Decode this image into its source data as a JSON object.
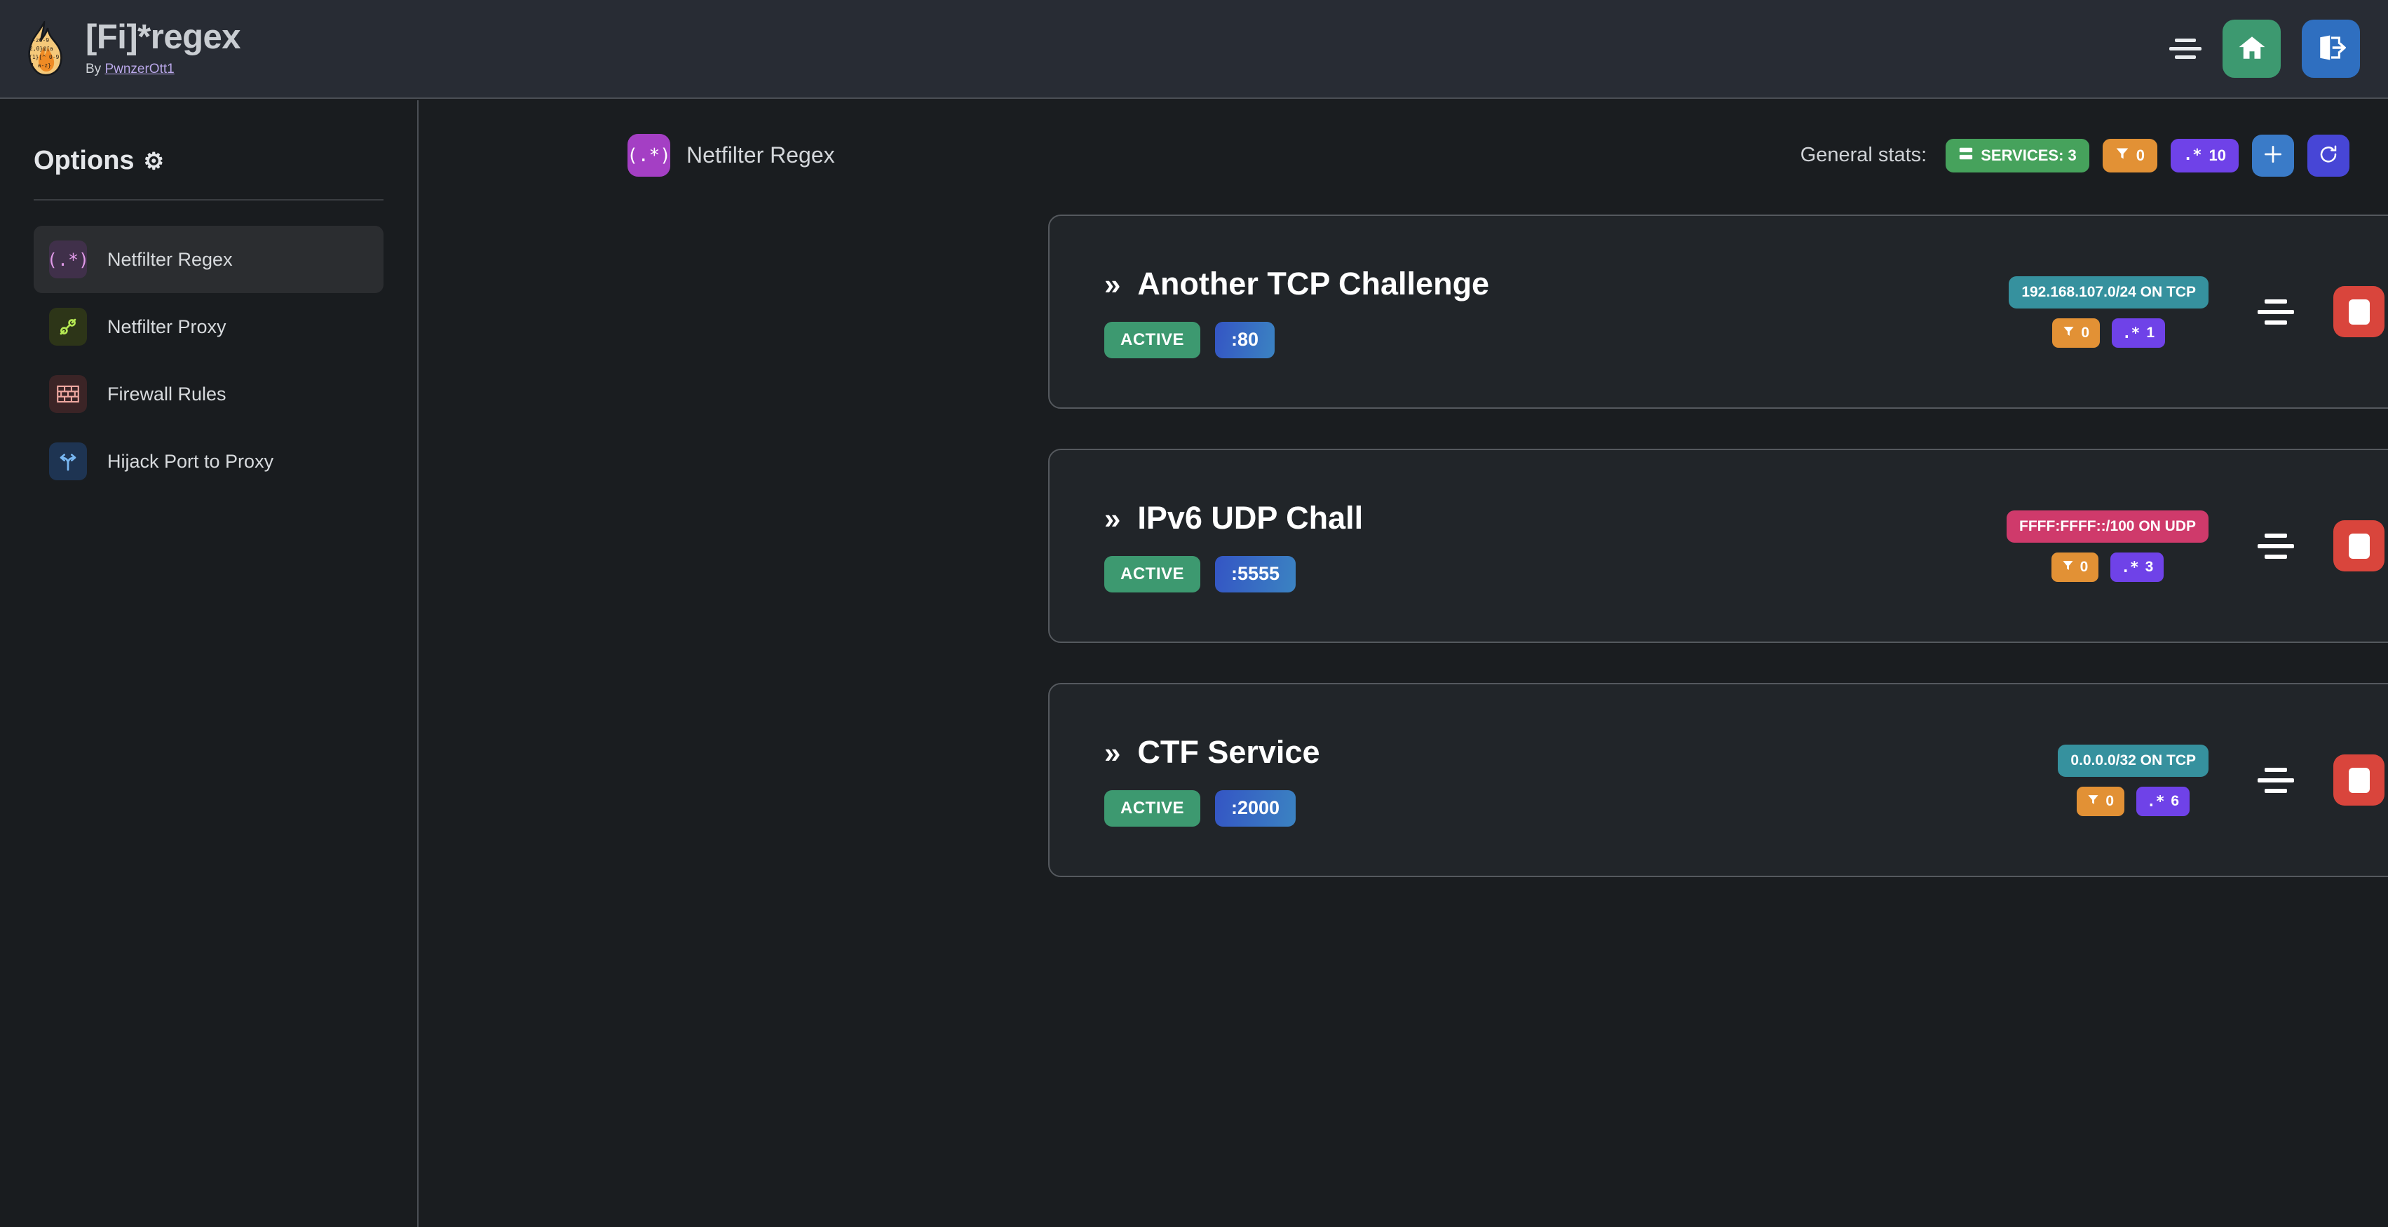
{
  "header": {
    "logo_icon": "flame-regex-logo",
    "title": "[Fi]*regex",
    "by_prefix": "By ",
    "author": "PwnzerOtt1",
    "menu_icon": "hamburger-icon",
    "home_icon": "home-icon",
    "logout_icon": "logout-icon"
  },
  "sidebar": {
    "heading": "Options",
    "gear_icon": "⚙",
    "items": [
      {
        "label": "Netfilter Regex",
        "icon": "regex-icon",
        "glyph": "(.*)",
        "active": true
      },
      {
        "label": "Netfilter Proxy",
        "icon": "plug-icon",
        "glyph": "",
        "active": false
      },
      {
        "label": "Firewall Rules",
        "icon": "brick-wall-icon",
        "glyph": "",
        "active": false
      },
      {
        "label": "Hijack Port to Proxy",
        "icon": "branch-arrows-icon",
        "glyph": "",
        "active": false
      }
    ]
  },
  "main": {
    "page_icon_glyph": "(.*)",
    "page_title": "Netfilter Regex",
    "stats_label": "General stats:",
    "stats": {
      "services_icon": "server-icon",
      "services_label": "SERVICES: 3",
      "filter_icon": "funnel-icon",
      "filter_count": "0",
      "regex_icon": ".*",
      "regex_count": "10"
    },
    "add_button_icon": "plus-icon",
    "refresh_button_icon": "refresh-icon",
    "colors": {
      "services_badge": "#46a25c",
      "filter_badge": "#e29135",
      "regex_badge": "#6f42e8",
      "add_button": "#3a7bc8",
      "refresh_button": "#4746d6",
      "active_badge": "#3d9970",
      "stop_button": "#d9453c",
      "net_tcp_badge": "#36919e",
      "net_udp_badge": "#cf3a6b"
    },
    "services": [
      {
        "chevron": "»",
        "name": "Another TCP Challenge",
        "status": "ACTIVE",
        "port": ":80",
        "network": "192.168.107.0/24 ON TCP",
        "proto": "tcp",
        "filter_icon": "funnel-icon",
        "filter_count": "0",
        "regex_icon": ".*",
        "regex_count": "1",
        "drag_icon": "drag-handle-icon",
        "stop_icon": "stop-icon",
        "play_icon": "play-icon",
        "open_icon": "chevron-right-icon"
      },
      {
        "chevron": "»",
        "name": "IPv6 UDP Chall",
        "status": "ACTIVE",
        "port": ":5555",
        "network": "FFFF:FFFF::/100 ON UDP",
        "proto": "udp",
        "filter_icon": "funnel-icon",
        "filter_count": "0",
        "regex_icon": ".*",
        "regex_count": "3",
        "drag_icon": "drag-handle-icon",
        "stop_icon": "stop-icon",
        "play_icon": "play-icon",
        "open_icon": "chevron-right-icon"
      },
      {
        "chevron": "»",
        "name": "CTF Service",
        "status": "ACTIVE",
        "port": ":2000",
        "network": "0.0.0.0/32 ON TCP",
        "proto": "tcp",
        "filter_icon": "funnel-icon",
        "filter_count": "0",
        "regex_icon": ".*",
        "regex_count": "6",
        "drag_icon": "drag-handle-icon",
        "stop_icon": "stop-icon",
        "play_icon": "play-icon",
        "open_icon": "chevron-right-icon"
      }
    ]
  }
}
